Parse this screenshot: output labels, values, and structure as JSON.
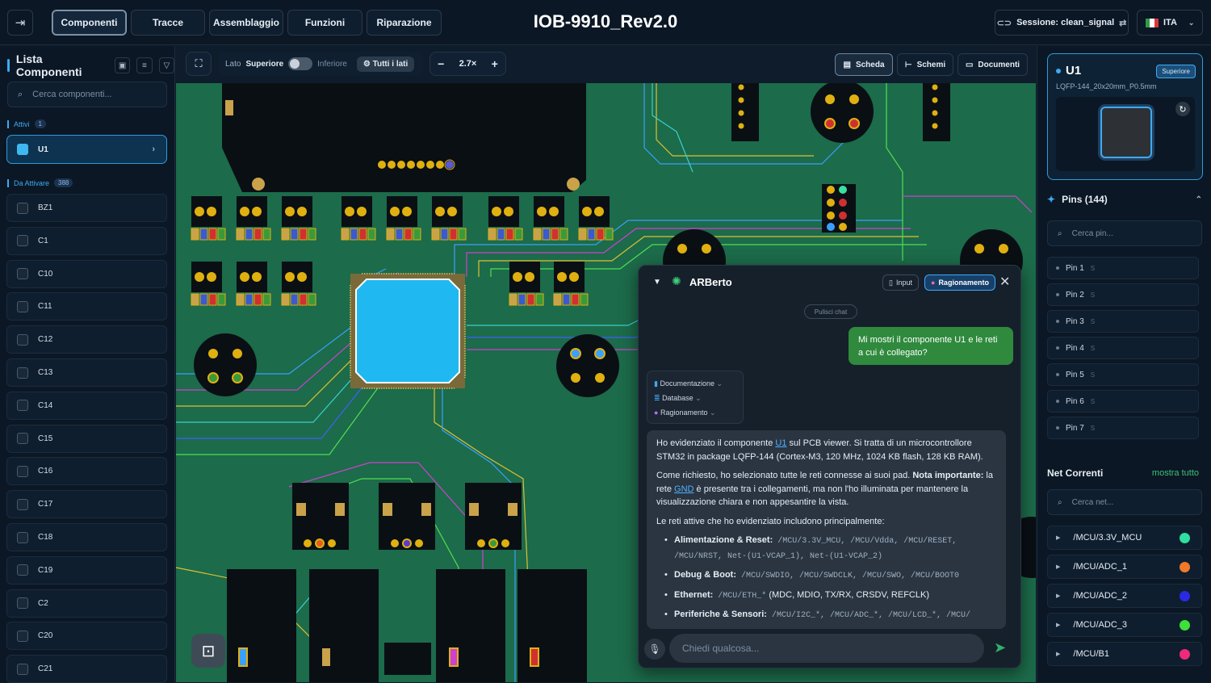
{
  "header": {
    "tabs": [
      "Componenti",
      "Tracce",
      "Assemblaggio",
      "Funzioni",
      "Riparazione"
    ],
    "active_tab": "Componenti",
    "title": "IOB-9910_Rev2.0",
    "session_label": "Sessione: clean_signal",
    "language": "ITA"
  },
  "sidebar": {
    "title": "Lista Componenti",
    "search_placeholder": "Cerca componenti...",
    "active_label": "Attivi",
    "active_count": "1",
    "active_items": [
      "U1"
    ],
    "inactive_label": "Da Attivare",
    "inactive_count": "388",
    "inactive_items": [
      "BZ1",
      "C1",
      "C10",
      "C11",
      "C12",
      "C13",
      "C14",
      "C15",
      "C16",
      "C17",
      "C18",
      "C19",
      "C2",
      "C20",
      "C21"
    ]
  },
  "toolbar": {
    "side_label": "Lato",
    "side_top": "Superiore",
    "side_bottom": "Inferiore",
    "all_sides": "Tutti i lati",
    "zoom": "2.7×",
    "views": [
      "Scheda",
      "Schemi",
      "Documenti"
    ],
    "active_view": "Scheda"
  },
  "chat": {
    "title": "ARBerto",
    "input_badge": "Input",
    "reasoning_badge": "Ragionamento",
    "clear_label": "Pulisci chat",
    "user_message": "Mi mostri il componente U1 e le reti a cui è collegato?",
    "tools": [
      "Documentazione",
      "Database",
      "Ragionamento"
    ],
    "reply": {
      "p1_a": "Ho evidenziato il componente ",
      "p1_link": "U1",
      "p1_b": " sul PCB viewer. Si tratta di un microcontrollore STM32 in package LQFP-144 (Cortex-M3, 120 MHz, 1024 KB flash, 128 KB RAM).",
      "p2_a": "Come richiesto, ho selezionato tutte le reti connesse ai suoi pad. ",
      "p2_bold": "Nota importante:",
      "p2_b": " la rete ",
      "p2_link": "GND",
      "p2_c": " è presente tra i collegamenti, ma non l'ho illuminata per mantenere la visualizzazione chiara e non appesantire la vista.",
      "p3": "Le reti attive che ho evidenziato includono principalmente:",
      "b1_label": "Alimentazione & Reset:",
      "b1_code": " /MCU/3.3V_MCU, /MCU/Vdda, /MCU/RESET, /MCU/NRST, Net-(U1-VCAP_1), Net-(U1-VCAP_2)",
      "b2_label": "Debug & Boot:",
      "b2_code": " /MCU/SWDIO, /MCU/SWDCLK, /MCU/SWO, /MCU/BOOT0",
      "b3_label": "Ethernet:",
      "b3_code": " /MCU/ETH_*",
      "b3_rest": " (MDC, MDIO, TX/RX, CRSDV, REFCLK)",
      "b4_label": "Periferiche & Sensori:",
      "b4_code": " /MCU/I2C_*, /MCU/ADC_*, /MCU/LCD_*, /MCU/"
    },
    "input_placeholder": "Chiedi qualcosa..."
  },
  "details": {
    "name": "U1",
    "side_badge": "Superiore",
    "package": "LQFP-144_20x20mm_P0.5mm",
    "pins_title": "Pins (144)",
    "pin_search_placeholder": "Cerca pin...",
    "pins": [
      {
        "label": "Pin 1",
        "sub": "S"
      },
      {
        "label": "Pin 2",
        "sub": "S"
      },
      {
        "label": "Pin 3",
        "sub": "S"
      },
      {
        "label": "Pin 4",
        "sub": "S"
      },
      {
        "label": "Pin 5",
        "sub": "S"
      },
      {
        "label": "Pin 6",
        "sub": "S"
      },
      {
        "label": "Pin 7",
        "sub": "S"
      }
    ],
    "nets_title": "Net Correnti",
    "nets_show_all": "mostra tutto",
    "net_search_placeholder": "Cerca net...",
    "nets": [
      {
        "name": "/MCU/3.3V_MCU",
        "color": "#2fe0a0"
      },
      {
        "name": "/MCU/ADC_1",
        "color": "#f07a2a"
      },
      {
        "name": "/MCU/ADC_2",
        "color": "#2a2ae0"
      },
      {
        "name": "/MCU/ADC_3",
        "color": "#3ee03a"
      },
      {
        "name": "/MCU/B1",
        "color": "#f02a7a"
      }
    ]
  },
  "colors": {
    "accent": "#3fa9f5",
    "board": "#1c6b4a",
    "chip_highlight": "#1fb6f0",
    "user_bubble": "#2f8a3d"
  }
}
